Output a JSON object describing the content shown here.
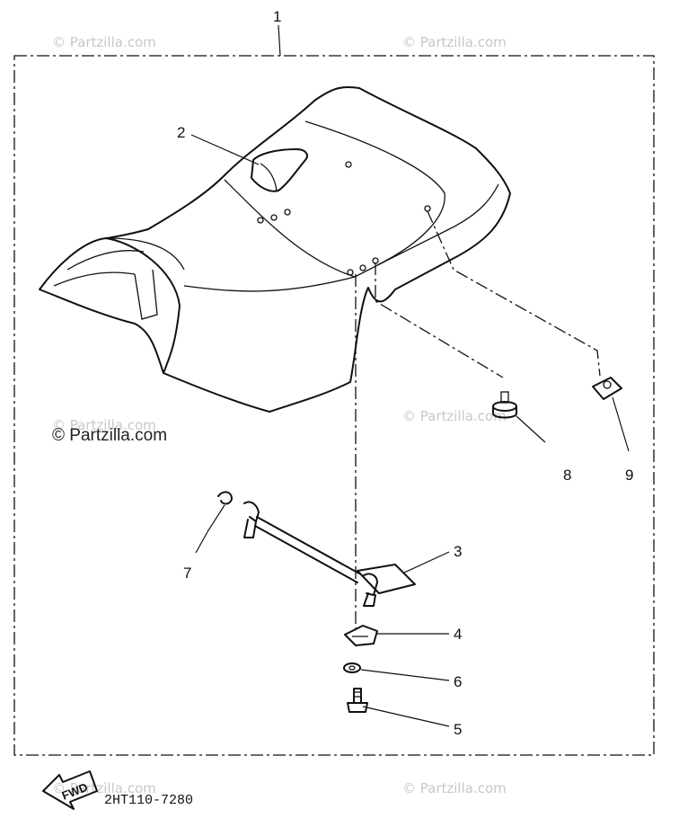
{
  "callouts": {
    "assembly": "1",
    "seat_grip": "2",
    "hinge_shaft": "3",
    "bracket": "4",
    "bolt": "5",
    "washer": "6",
    "clip": "7",
    "damper": "8",
    "nut": "9"
  },
  "copyright": "© Partzilla.com",
  "watermark": "© Partzilla.com",
  "part_number": "2HT110-7280",
  "fwd_label": "FWD"
}
